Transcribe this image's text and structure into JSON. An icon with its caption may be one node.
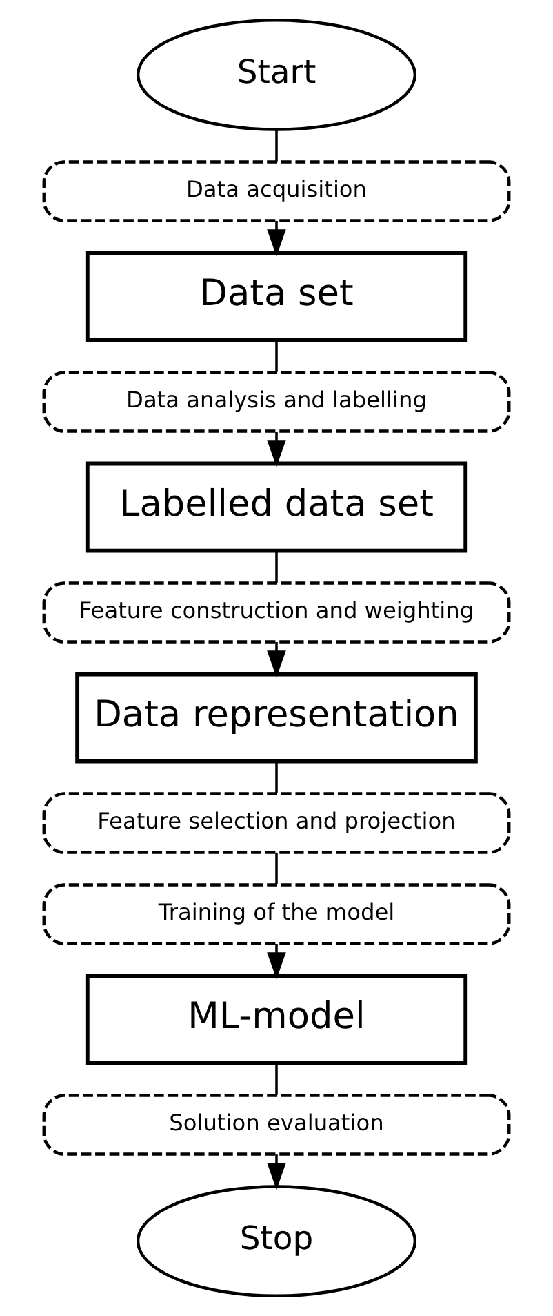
{
  "diagram": {
    "nodes": [
      {
        "text": [
          "Start"
        ]
      },
      {
        "text": [
          "Data acquisition"
        ]
      },
      {
        "text": [
          "Data set"
        ]
      },
      {
        "text": [
          "Data analysis and labelling"
        ]
      },
      {
        "text": [
          "Labelled data set"
        ]
      },
      {
        "text": [
          "Feature construction and weighting"
        ]
      },
      {
        "text": [
          "Data representation"
        ]
      },
      {
        "text": [
          "Feature selection and projection"
        ]
      },
      {
        "text": [
          "Training of the model"
        ]
      },
      {
        "text": [
          "ML-model"
        ]
      },
      {
        "text": [
          "Solution evaluation"
        ]
      },
      {
        "text": [
          "Stop"
        ]
      }
    ],
    "edges": [
      {
        "from": 0,
        "to": 1,
        "arrow": "none"
      },
      {
        "from": 1,
        "to": 2,
        "arrow": "to"
      },
      {
        "from": 2,
        "to": 3,
        "arrow": "none"
      },
      {
        "from": 3,
        "to": 4,
        "arrow": "to"
      },
      {
        "from": 4,
        "to": 5,
        "arrow": "none"
      },
      {
        "from": 5,
        "to": 6,
        "arrow": "to"
      },
      {
        "from": 6,
        "to": 7,
        "arrow": "none"
      },
      {
        "from": 7,
        "to": 8,
        "arrow": "none"
      },
      {
        "from": 8,
        "to": 9,
        "arrow": "to"
      },
      {
        "from": 9,
        "to": 10,
        "arrow": "none"
      },
      {
        "from": 10,
        "to": 11,
        "arrow": "to"
      }
    ]
  }
}
